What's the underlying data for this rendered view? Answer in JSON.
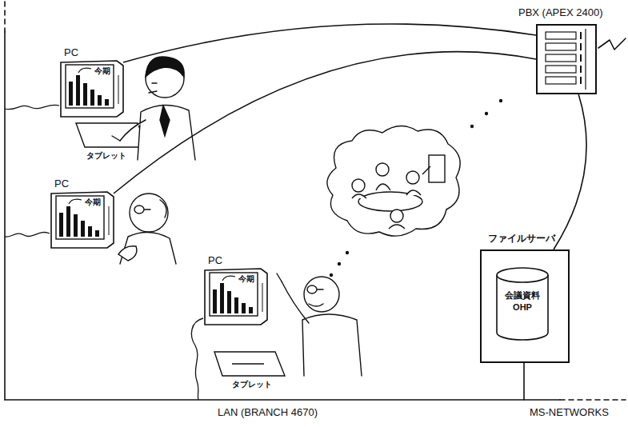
{
  "diagram": {
    "nodes": [
      {
        "text": [
          "PBX (APEX 2400)"
        ]
      },
      {
        "text": [
          "PC",
          "今期"
        ]
      },
      {
        "text": [
          "PC",
          "今期"
        ]
      },
      {
        "text": [
          "PC",
          "今期"
        ]
      },
      {
        "text": [
          "ファイルサーバ"
        ]
      },
      {
        "text": [
          "会議資料 OHP"
        ],
        "in": 4
      }
    ],
    "edges": [
      {
        "from": 1,
        "to": 0,
        "arrow": "none"
      },
      {
        "from": 2,
        "to": 0,
        "arrow": "none"
      },
      {
        "from": 0,
        "to": 4,
        "arrow": "none"
      }
    ],
    "labels": [
      "タブレット",
      "タブレット",
      "LAN (BRANCH 4670)",
      "MS-NETWORKS"
    ]
  }
}
